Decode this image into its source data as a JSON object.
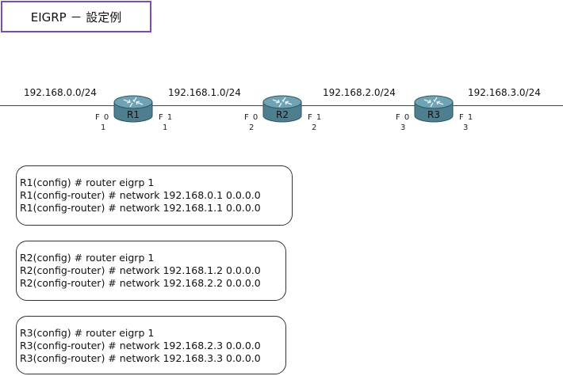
{
  "title": "EIGRP － 設定例",
  "subnets": [
    "192.168.0.0/24",
    "192.168.1.0/24",
    "192.168.2.0/24",
    "192.168.3.0/24"
  ],
  "routers": [
    {
      "name": "R1",
      "left_port": {
        "label": "F 0",
        "num": "1"
      },
      "right_port": {
        "label": "F 1",
        "num": "1"
      }
    },
    {
      "name": "R2",
      "left_port": {
        "label": "F 0",
        "num": "2"
      },
      "right_port": {
        "label": "F 1",
        "num": "2"
      }
    },
    {
      "name": "R3",
      "left_port": {
        "label": "F 0",
        "num": "3"
      },
      "right_port": {
        "label": "F 1",
        "num": "3"
      }
    }
  ],
  "configs": [
    {
      "lines": [
        "R1(config) # router eigrp 1",
        "R1(config-router) # network 192.168.0.1 0.0.0.0",
        "R1(config-router) # network 192.168.1.1 0.0.0.0"
      ]
    },
    {
      "lines": [
        "R2(config) # router eigrp 1",
        "R2(config-router) # network 192.168.1.2 0.0.0.0",
        "R2(config-router) # network 192.168.2.2 0.0.0.0"
      ]
    },
    {
      "lines": [
        "R3(config) # router eigrp 1",
        "R3(config-router) # network 192.168.2.3 0.0.0.0",
        "R3(config-router) # network 192.168.3.3 0.0.0.0"
      ]
    }
  ],
  "colors": {
    "title_border": "#7a4db3",
    "router_body": "#4d7f8f",
    "router_top": "#6fa2b2"
  },
  "icons": {
    "router": "router-icon"
  }
}
